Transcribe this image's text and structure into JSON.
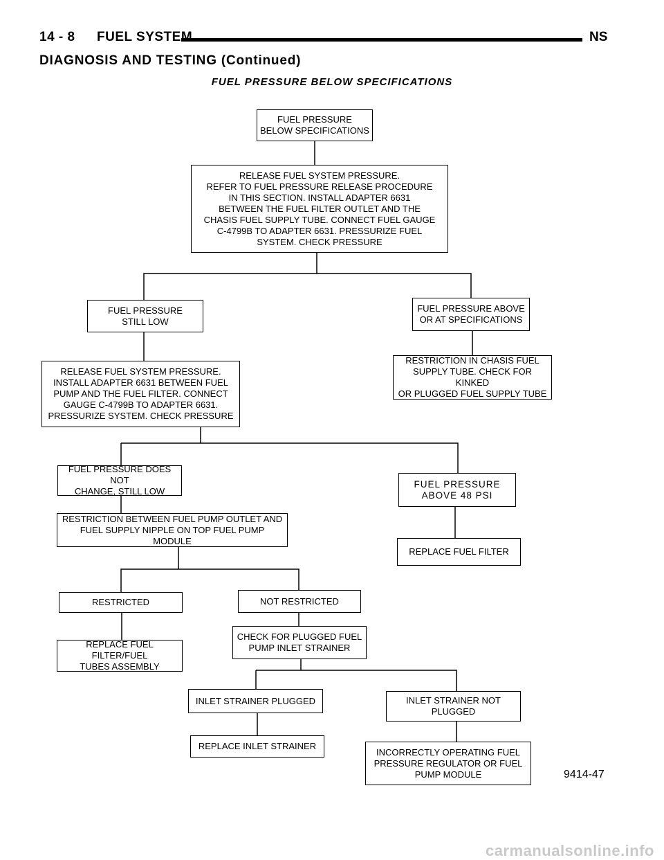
{
  "header": {
    "page_number": "14 - 8",
    "section": "FUEL SYSTEM",
    "model_code": "NS",
    "subtitle": "DIAGNOSIS AND TESTING (Continued)"
  },
  "figure": {
    "title": "FUEL PRESSURE BELOW SPECIFICATIONS",
    "code": "9414-47"
  },
  "boxes": {
    "start": "FUEL PRESSURE\nBELOW SPECIFICATIONS",
    "release_1": "RELEASE FUEL SYSTEM PRESSURE.\nREFER TO FUEL PRESSURE RELEASE PROCEDURE\nIN THIS SECTION. INSTALL ADAPTER 6631\nBETWEEN THE FUEL FILTER OUTLET AND THE\nCHASIS FUEL SUPPLY TUBE. CONNECT FUEL GAUGE\nC-4799B TO ADAPTER 6631. PRESSURIZE FUEL\nSYSTEM. CHECK PRESSURE",
    "still_low": "FUEL PRESSURE\nSTILL LOW",
    "above_or_at": "FUEL PRESSURE ABOVE\nOR AT SPECIFICATIONS",
    "restriction_chasis": "RESTRICTION IN CHASIS FUEL\nSUPPLY TUBE. CHECK FOR KINKED\nOR PLUGGED FUEL SUPPLY TUBE",
    "release_2": "RELEASE FUEL SYSTEM PRESSURE.\nINSTALL ADAPTER 6631 BETWEEN FUEL\nPUMP AND THE FUEL FILTER. CONNECT\nGAUGE C-4799B TO ADAPTER 6631.\nPRESSURIZE SYSTEM. CHECK PRESSURE",
    "does_not_change": "FUEL PRESSURE DOES NOT\nCHANGE, STILL LOW",
    "above_48": "FUEL PRESSURE\nABOVE 48 PSI",
    "restriction_pump": "RESTRICTION BETWEEN FUEL PUMP OUTLET AND\nFUEL SUPPLY NIPPLE ON TOP FUEL PUMP MODULE",
    "replace_filter": "REPLACE FUEL FILTER",
    "restricted": "RESTRICTED",
    "not_restricted": "NOT RESTRICTED",
    "replace_filter_tubes": "REPLACE FUEL FILTER/FUEL\nTUBES ASSEMBLY",
    "check_strainer": "CHECK FOR PLUGGED FUEL\nPUMP INLET STRAINER",
    "strainer_plugged": "INLET STRAINER PLUGGED",
    "strainer_not_plugged": "INLET STRAINER NOT\nPLUGGED",
    "replace_strainer": "REPLACE INLET STRAINER",
    "incorrect_regulator": "INCORRECTLY OPERATING FUEL\nPRESSURE REGULATOR OR FUEL\nPUMP MODULE"
  },
  "footer": "carmanualsonline.info"
}
